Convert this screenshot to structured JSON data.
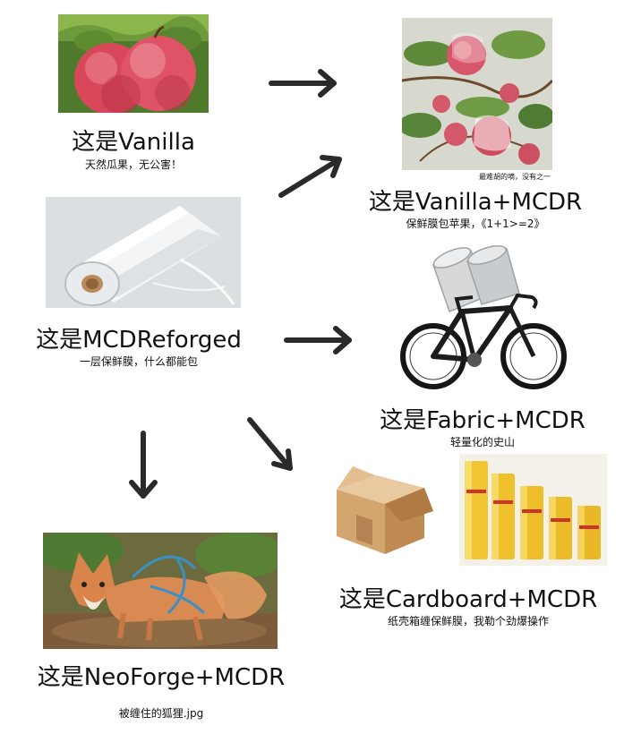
{
  "nodes": {
    "vanilla": {
      "title": "这是Vanilla",
      "subtitle": "天然瓜果，无公害！"
    },
    "vanilla_mcdr": {
      "title": "这是Vanilla+MCDR",
      "subtitle": "保鲜膜包苹果，《1+1>=2》",
      "caption": "最难胡的嘀，没有之一"
    },
    "mcdreforged": {
      "title": "这是MCDReforged",
      "subtitle": "一层保鲜膜，什么都能包"
    },
    "fabric_mcdr": {
      "title": "这是Fabric+MCDR",
      "subtitle": "轻量化的史山"
    },
    "cardboard_mcdr": {
      "title": "这是Cardboard+MCDR",
      "subtitle": "纸壳箱缠保鲜膜，我勒个劲爆操作"
    },
    "neoforge_mcdr": {
      "title": "这是NeoForge+MCDR",
      "subtitle": "被缠住的狐狸.jpg"
    }
  },
  "colors": {
    "arrow": "#2a2a2a",
    "text": "#111111",
    "background": "#ffffff"
  }
}
